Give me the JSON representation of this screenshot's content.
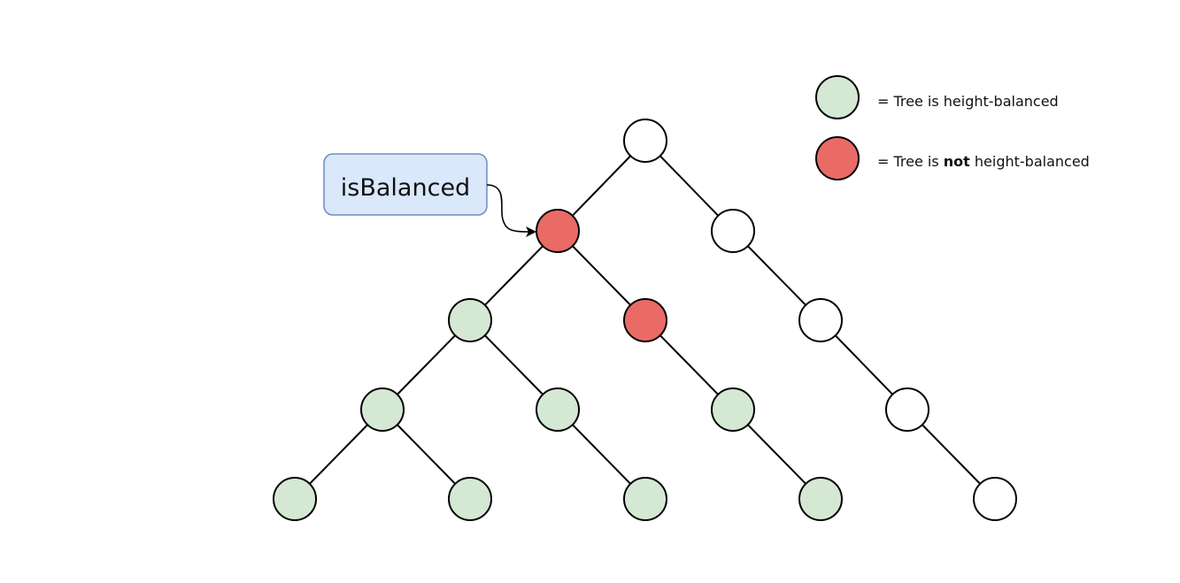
{
  "colors": {
    "balanced": "#d5e8d4",
    "not_balanced": "#ea6b66",
    "unknown": "#ffffff",
    "callout_fill": "#dae8fc",
    "callout_stroke": "#6c8ebf"
  },
  "callout": {
    "label": "isBalanced"
  },
  "legend": {
    "balanced": {
      "text": "= Tree is height-balanced"
    },
    "not_balanced": {
      "prefix": "= Tree is ",
      "emphasis": "not",
      "suffix": " height-balanced"
    }
  },
  "tree": {
    "nodes": [
      {
        "id": "root",
        "state": "unknown"
      },
      {
        "id": "l",
        "state": "not_balanced"
      },
      {
        "id": "r",
        "state": "unknown"
      },
      {
        "id": "ll",
        "state": "balanced"
      },
      {
        "id": "lr",
        "state": "not_balanced"
      },
      {
        "id": "rr",
        "state": "unknown"
      },
      {
        "id": "lll",
        "state": "balanced"
      },
      {
        "id": "llr",
        "state": "balanced"
      },
      {
        "id": "lrr",
        "state": "balanced"
      },
      {
        "id": "rrr",
        "state": "unknown"
      },
      {
        "id": "llll",
        "state": "balanced"
      },
      {
        "id": "lllr",
        "state": "balanced"
      },
      {
        "id": "llrr",
        "state": "balanced"
      },
      {
        "id": "lrrr",
        "state": "balanced"
      },
      {
        "id": "rrrr",
        "state": "unknown"
      }
    ],
    "edges": [
      [
        "root",
        "l"
      ],
      [
        "root",
        "r"
      ],
      [
        "l",
        "ll"
      ],
      [
        "l",
        "lr"
      ],
      [
        "r",
        "rr"
      ],
      [
        "ll",
        "lll"
      ],
      [
        "ll",
        "llr"
      ],
      [
        "lr",
        "lrr"
      ],
      [
        "rr",
        "rrr"
      ],
      [
        "lll",
        "llll"
      ],
      [
        "lll",
        "lllr"
      ],
      [
        "llr",
        "llrr"
      ],
      [
        "lrr",
        "lrrr"
      ],
      [
        "rrr",
        "rrrr"
      ]
    ]
  }
}
